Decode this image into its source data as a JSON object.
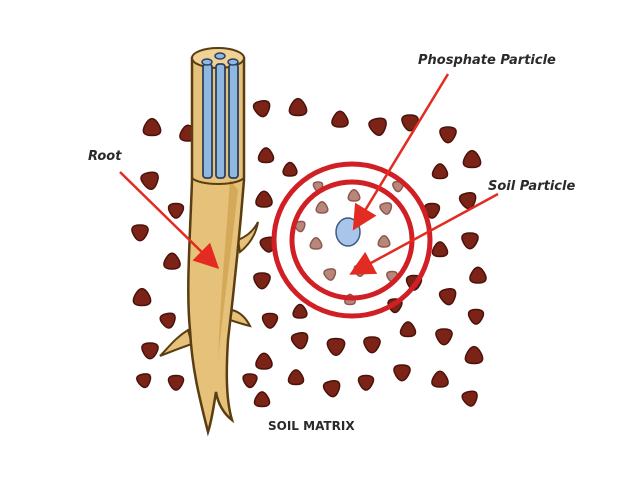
{
  "labels": {
    "root": "Root",
    "phosphate": "Phosphate Particle",
    "soil_particle": "Soil Particle",
    "soil_matrix": "SOIL MATRIX"
  },
  "colors": {
    "background": "#ffffff",
    "soil_particle": "#7a2316",
    "soil_particle_shadow": "#4a120a",
    "soil_particle_faded": "#b9867b",
    "root_fill": "#e6c17a",
    "root_outline": "#5a3d10",
    "root_vessels": "#8fb8e0",
    "phosphate": "#a9c6ea",
    "rings": "#d11f26",
    "arrows": "#e32b22",
    "label_text": "#2a2a2a"
  }
}
